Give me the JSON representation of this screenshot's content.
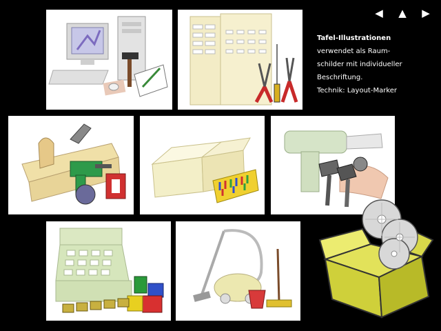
{
  "nav": {
    "prev_symbol": "◀",
    "up_symbol": "▲",
    "next_symbol": "▶"
  },
  "description": {
    "title": "Tafel-Illustrationen",
    "lines": [
      "verwendet als Raum-",
      "schilder mit individueller",
      "Beschriftung.",
      "Technik: Layout-Marker"
    ]
  },
  "icons": {
    "tile1": "computer-workstation-icon",
    "tile2": "tool-cabinet-icon",
    "tile3": "woodworking-drill-icon",
    "tile4": "open-box-pegboard-icon",
    "tile5": "glue-gun-bolts-icon",
    "tile6": "cash-register-toys-icon",
    "tile7": "vacuum-cleaner-icon",
    "decor": "box-saw-blades-icon"
  },
  "colors": {
    "background": "#000000",
    "marker_yellow": "#e8e89a",
    "marker_green": "#c8dcae",
    "marker_red": "#d83a3a"
  }
}
